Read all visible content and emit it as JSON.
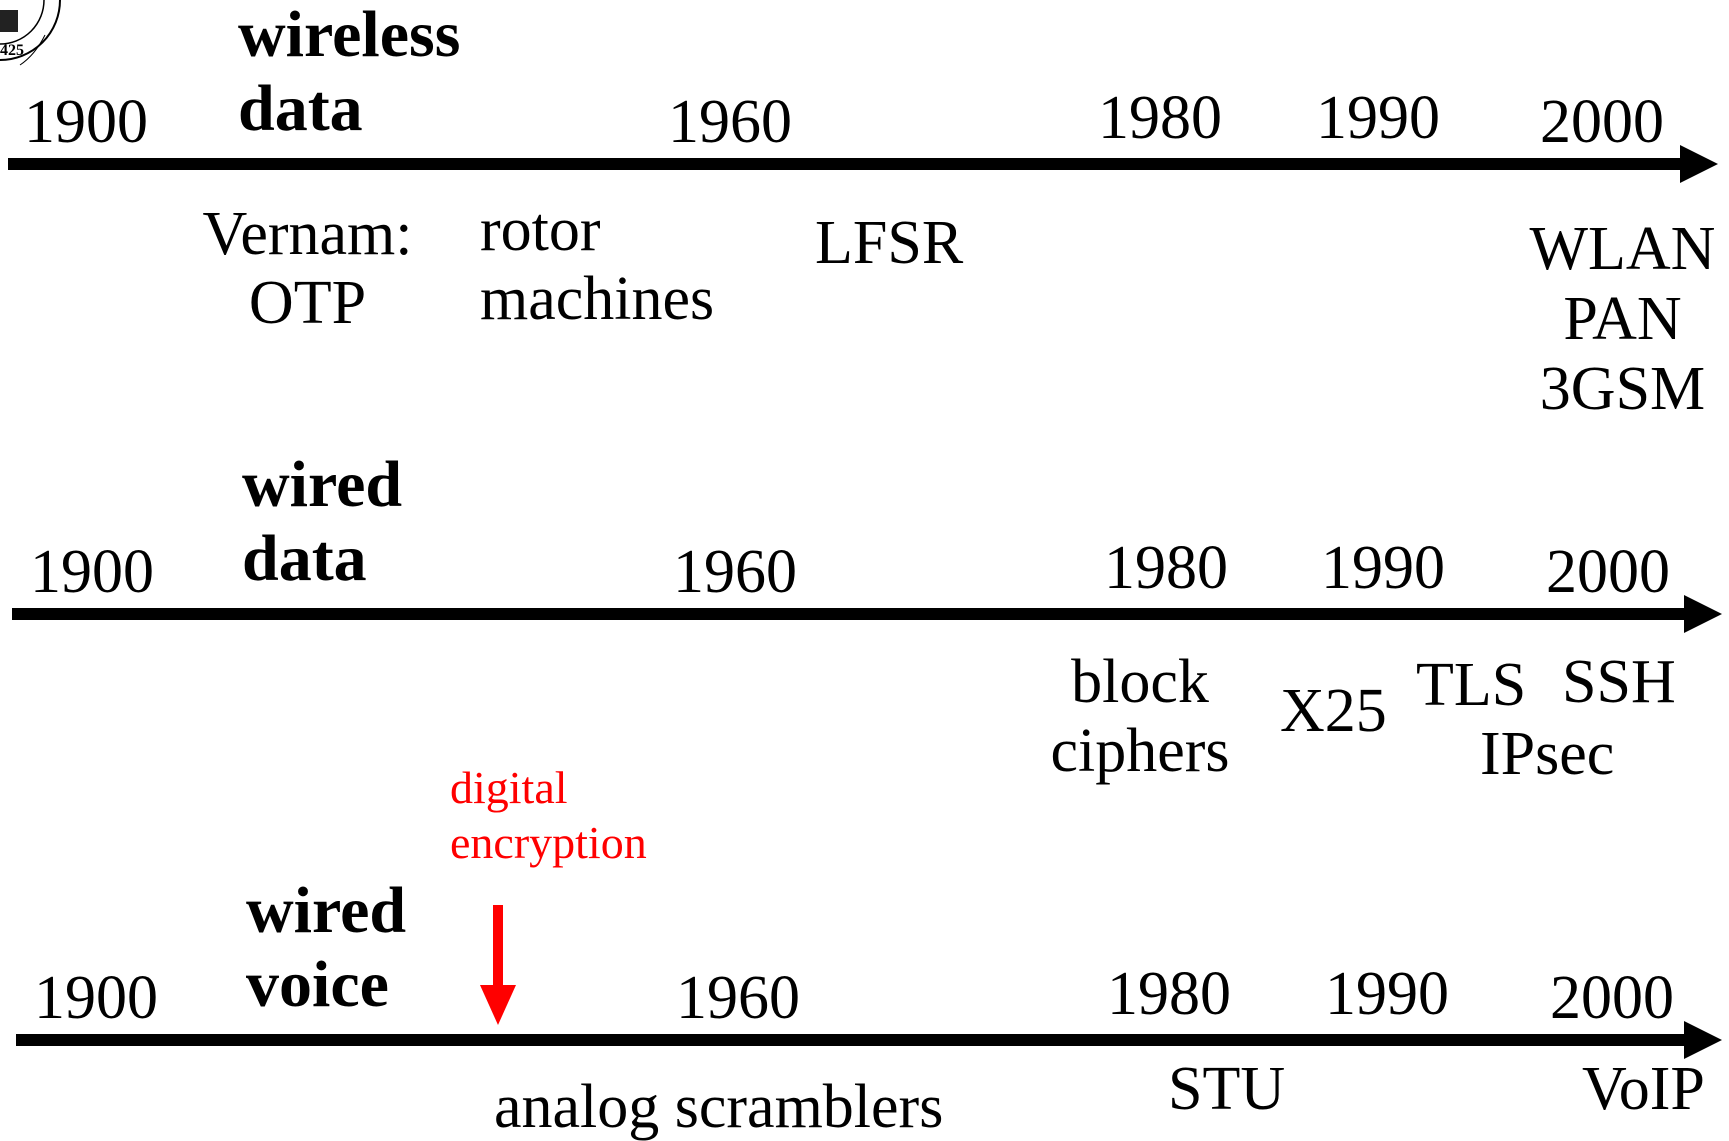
{
  "seal": {
    "number": "425"
  },
  "timelines": [
    {
      "heading": [
        "wireless",
        "data"
      ],
      "years": [
        "1900",
        "1960",
        "1980",
        "1990",
        "2000"
      ],
      "events": [
        {
          "lines": [
            "Vernam:",
            "OTP"
          ]
        },
        {
          "lines": [
            "rotor",
            "machines"
          ]
        },
        {
          "lines": [
            "LFSR"
          ]
        },
        {
          "lines": [
            "WLAN",
            "PAN",
            "3GSM"
          ]
        }
      ]
    },
    {
      "heading": [
        "wired",
        "data"
      ],
      "years": [
        "1900",
        "1960",
        "1980",
        "1990",
        "2000"
      ],
      "events": [
        {
          "lines": [
            "block",
            "ciphers"
          ]
        },
        {
          "lines": [
            "X25"
          ]
        },
        {
          "lines": [
            "TLS",
            "IPsec"
          ]
        },
        {
          "lines": [
            "SSH"
          ]
        }
      ]
    },
    {
      "heading": [
        "wired",
        "voice"
      ],
      "years": [
        "1900",
        "1960",
        "1980",
        "1990",
        "2000"
      ],
      "events": [
        {
          "lines": [
            "analog scramblers"
          ]
        },
        {
          "lines": [
            "STU"
          ]
        },
        {
          "lines": [
            "VoIP"
          ]
        }
      ]
    }
  ],
  "annotation": {
    "lines": [
      "digital",
      "encryption"
    ],
    "color": "#ff0000"
  }
}
